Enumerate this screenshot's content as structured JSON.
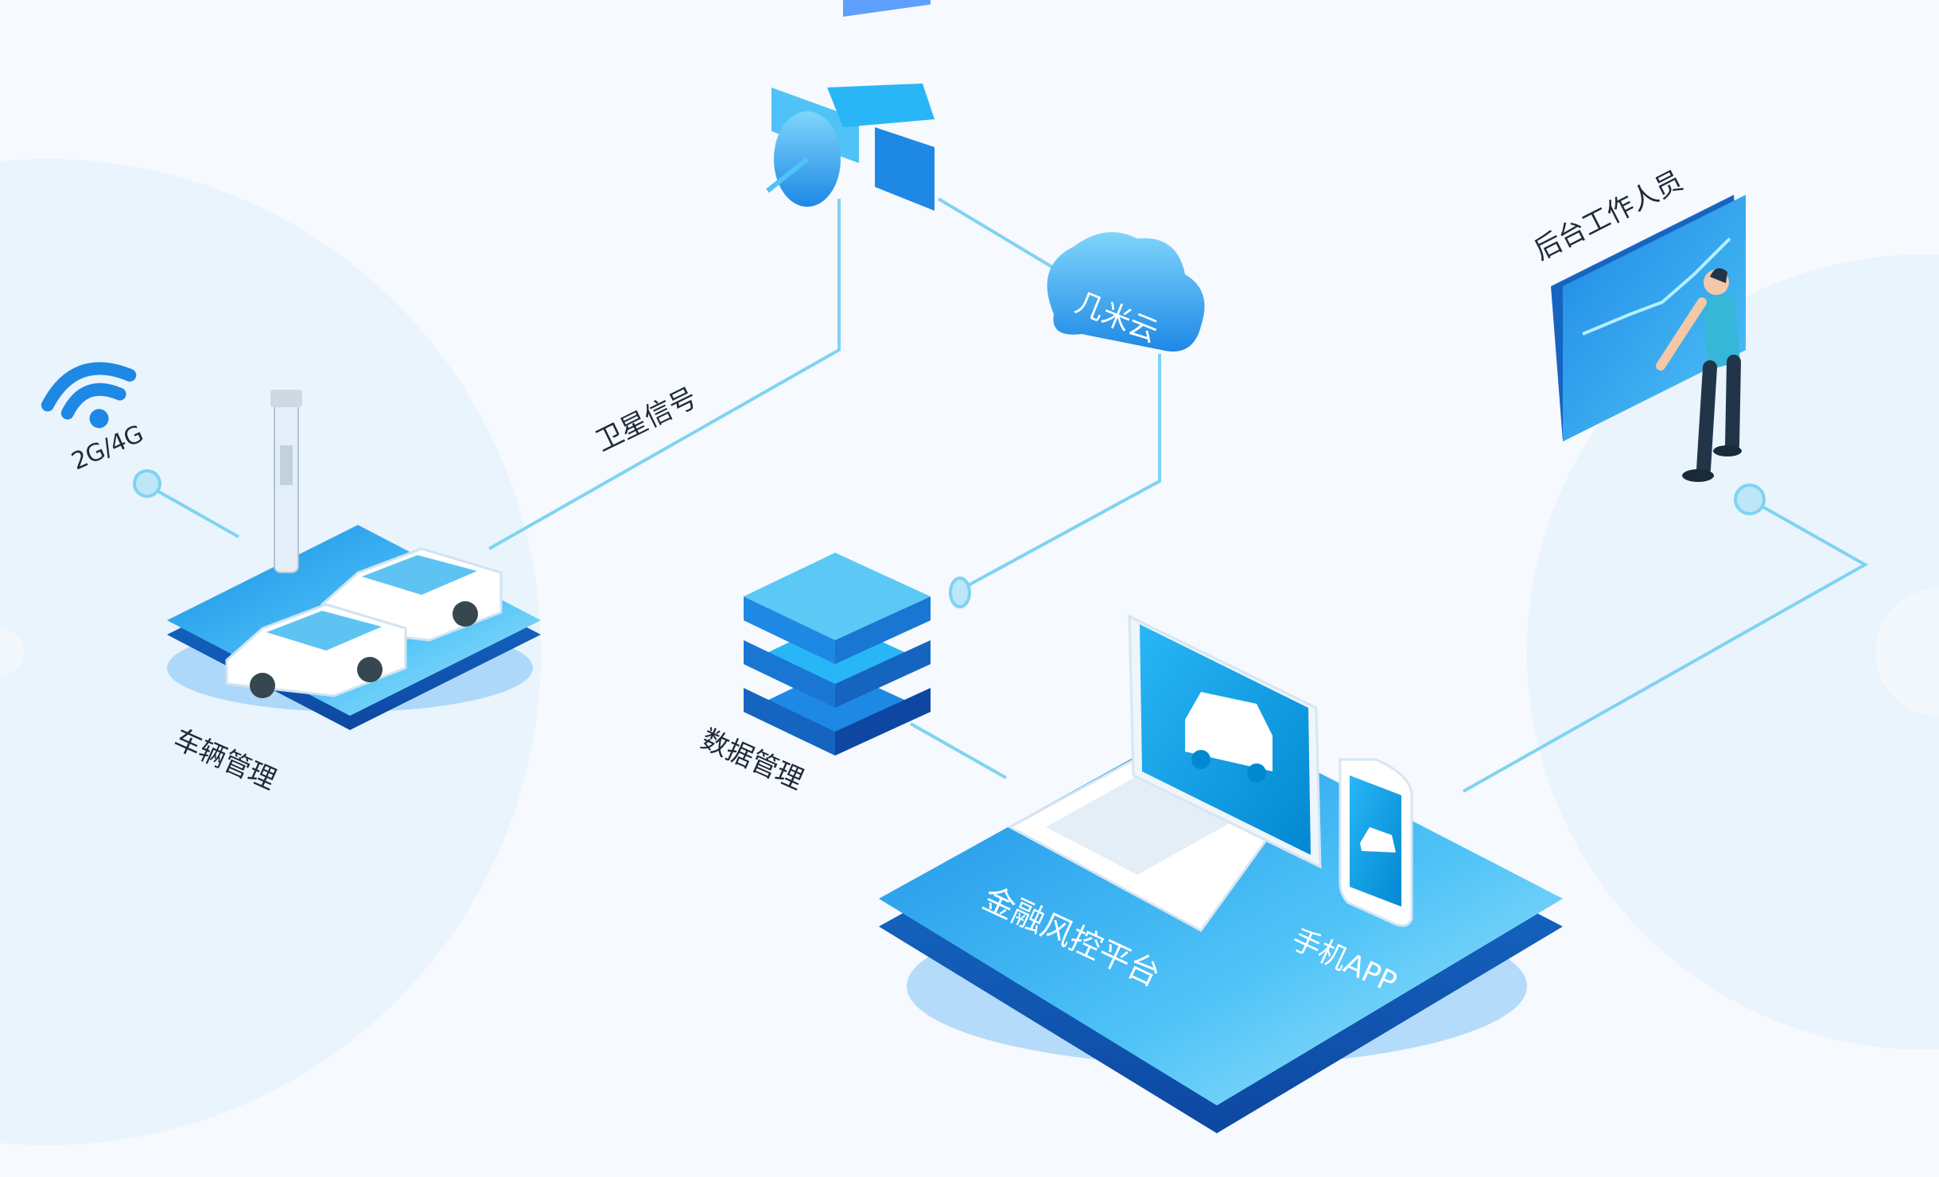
{
  "labels": {
    "network": "2G/4G",
    "satellite_signal": "卫星信号",
    "cloud": "几米云",
    "staff": "后台工作人员",
    "vehicle_management": "车辆管理",
    "data_management": "数据管理",
    "finance_platform": "金融风控平台",
    "mobile_app": "手机APP"
  },
  "colors": {
    "background": "#f6f9fd",
    "primary": "#1e88e5",
    "light": "#5ccbf5",
    "line": "#7fd3f2"
  },
  "icons": [
    "wifi-icon",
    "satellite-icon",
    "cloud-icon",
    "gps-tracker-icon",
    "car-icon",
    "server-stack-icon",
    "laptop-icon",
    "phone-icon",
    "person-icon",
    "monitor-board-icon"
  ]
}
